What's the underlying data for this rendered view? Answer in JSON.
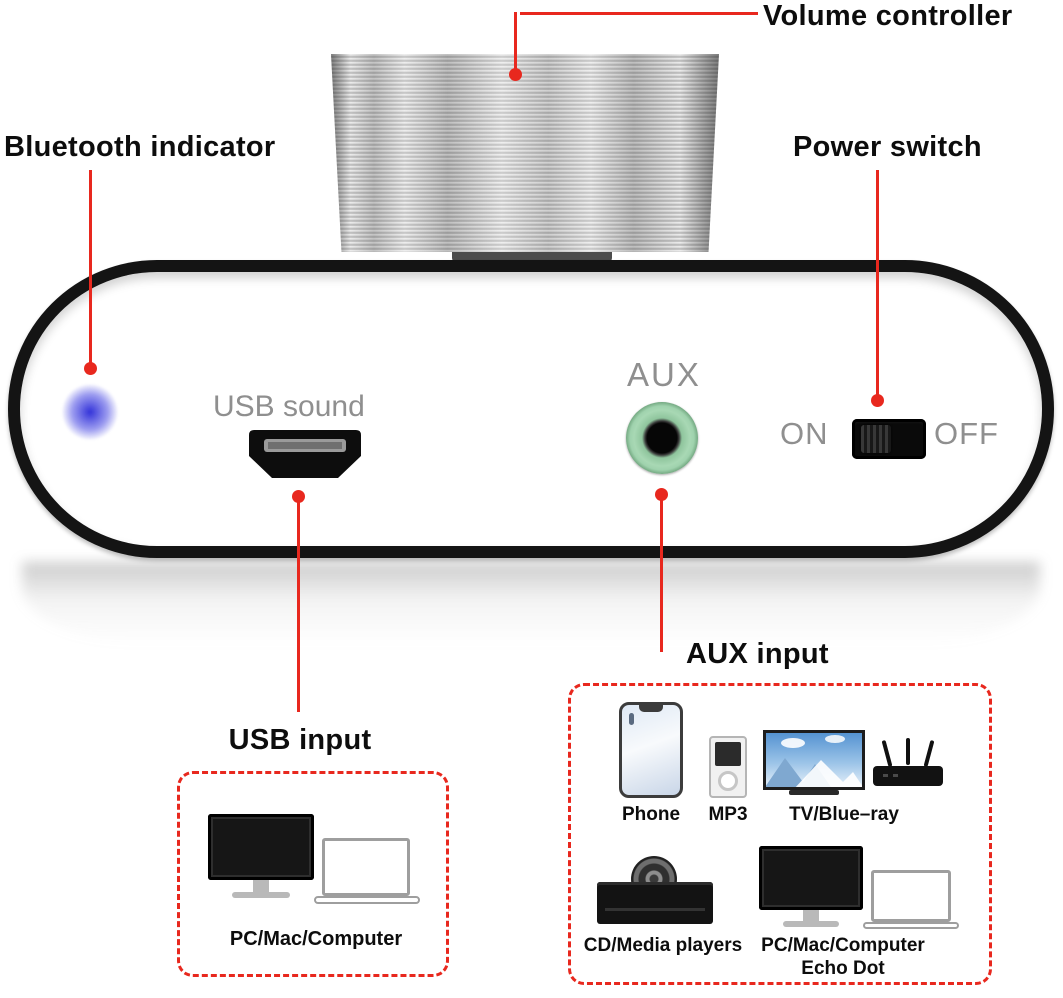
{
  "callouts": {
    "volume_controller": "Volume controller",
    "bluetooth_indicator": "Bluetooth indicator",
    "power_switch": "Power switch",
    "usb_input": "USB input",
    "aux_input": "AUX input"
  },
  "device": {
    "usb_port_label": "USB sound",
    "aux_jack_label": "AUX",
    "power_on_label": "ON",
    "power_off_label": "OFF"
  },
  "usb_sources_box": {
    "caption": "PC/Mac/Computer"
  },
  "aux_sources_box": {
    "phone_label": "Phone",
    "mp3_label": "MP3",
    "tv_label": "TV/Blue–ray",
    "cd_label": "CD/Media players",
    "pc_label": "PC/Mac/Computer",
    "echo_label": "Echo Dot"
  },
  "colors": {
    "callout_red": "#e8281e",
    "aux_green": "#a4d6b1",
    "led_blue": "#2d2dd8"
  }
}
